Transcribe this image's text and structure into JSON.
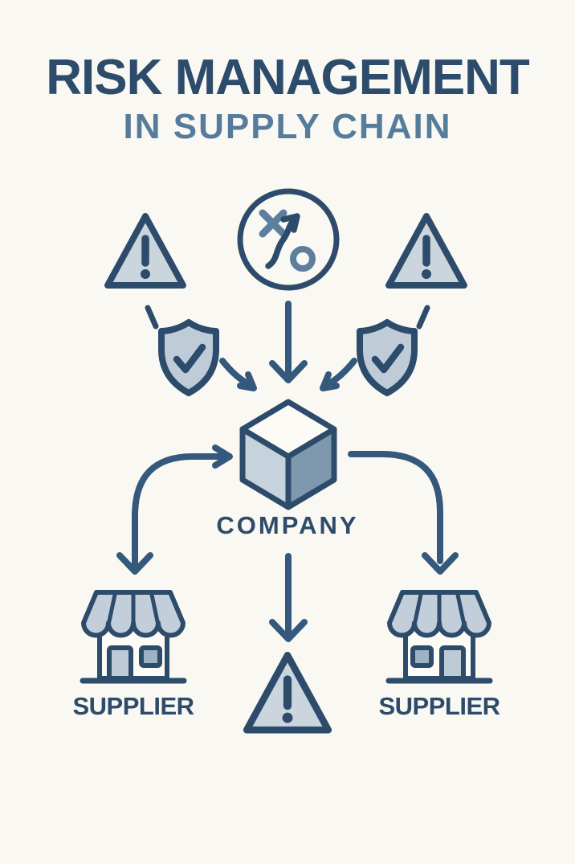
{
  "title": "RISK MANAGEMENT",
  "subtitle": "IN SUPPLY CHAIN",
  "nodes": {
    "company": {
      "label": "COMPANY"
    },
    "supplier_left": {
      "label": "SUPPLIER"
    },
    "supplier_right": {
      "label": "SUPPLIER"
    }
  },
  "icons": [
    "warning-triangle-left-icon",
    "strategy-plan-icon",
    "warning-triangle-right-icon",
    "shield-check-left-icon",
    "shield-check-right-icon",
    "company-cube-icon",
    "storefront-left-icon",
    "storefront-right-icon",
    "warning-triangle-bottom-icon"
  ],
  "colors": {
    "background": "#faf8f2",
    "navy": "#2d4b6a",
    "steel": "#567c9c",
    "arrow": "#34597c",
    "fill_light": "#cad5de",
    "fill_shield": "#bfccd8",
    "awning": "#c2cfda",
    "cube_top": "#fdfbf6",
    "cube_left": "#c6d2dc",
    "cube_right": "#7e99ad",
    "door": "#bdcbd7",
    "window": "#9db3c4",
    "xo": "#5d7e9d"
  }
}
